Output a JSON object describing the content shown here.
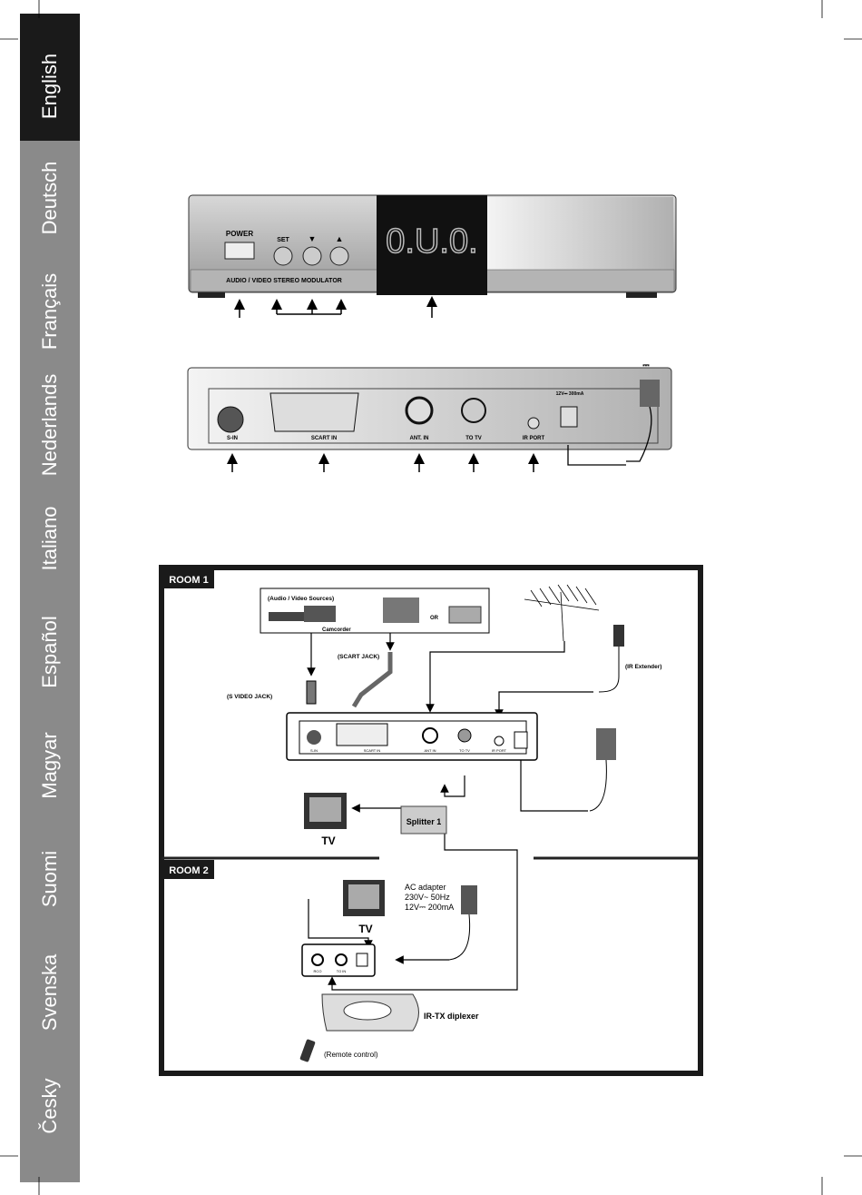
{
  "languages": [
    "English",
    "Deutsch",
    "Français",
    "Nederlands",
    "Italiano",
    "Español",
    "Magyar",
    "Suomi",
    "Svenska",
    "Česky"
  ],
  "active_language": "English",
  "front_panel": {
    "power": "POWER",
    "set": "SET",
    "down": "▼",
    "up": "▲",
    "caption": "AUDIO / VIDEO  STEREO  MODULATOR",
    "display": "0.U.0."
  },
  "rear_panel": {
    "s_in": "S-IN",
    "scart_in": "SCART  IN",
    "ant_in": "ANT. IN",
    "to_tv": "TO TV",
    "ir_port": "IR PORT",
    "power_rating": "12V⎓ 300mA",
    "dc_symbol": "⎓"
  },
  "room1": {
    "label": "ROOM 1",
    "sources_title": "(Audio / Video Sources)",
    "camcorder": "Camcorder",
    "or": "OR",
    "scart_jack": "(SCART JACK)",
    "s_video_jack": "(S VIDEO JACK)",
    "ir_extender": "(IR Extender)",
    "splitter": "Splitter 1",
    "tv": "TV",
    "box_labels": [
      "S-IN",
      "SCART IN",
      "ANT IN",
      "TO TV",
      "IR PORT"
    ]
  },
  "room2": {
    "label": "ROOM 2",
    "tv": "TV",
    "ac_adapter": [
      "AC adapter",
      "230V~ 50Hz",
      "12V⎓ 200mA"
    ],
    "receiver_labels": [
      "RCO",
      "TO IN"
    ],
    "diplexer": "IR-TX diplexer",
    "remote": "(Remote control)"
  }
}
